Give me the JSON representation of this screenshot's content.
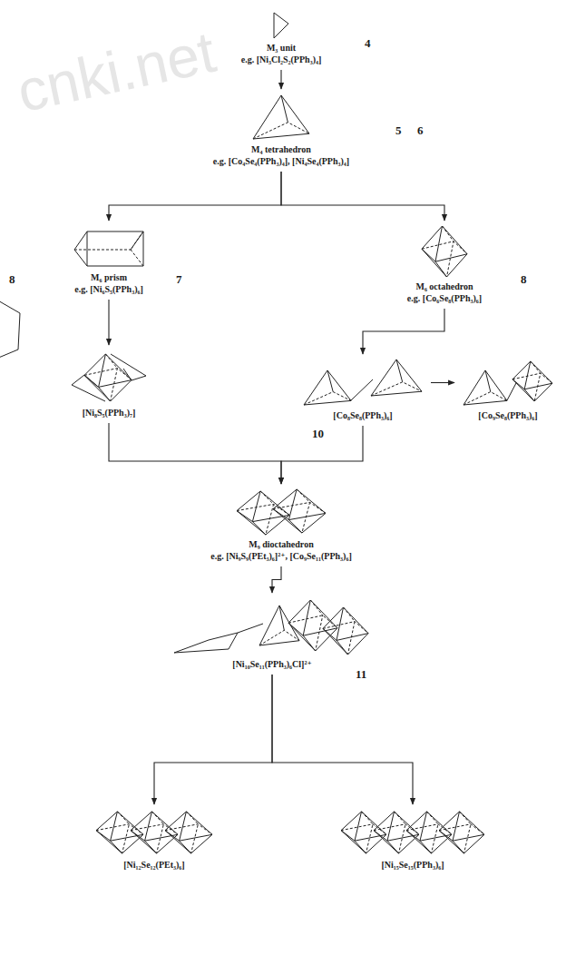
{
  "diagram": {
    "nodes": [
      {
        "text": [
          "M₃ unit",
          "e.g. [Ni₃Cl₂S₂(PPh₃)₄]"
        ]
      },
      {
        "text": [
          "M₄ tetrahedron",
          "e.g. [Co₄Se₄(PPh₃)₄], [Ni₄Se₄(PPh₃)₄]"
        ]
      },
      {
        "text": [
          "M₆ prism",
          "e.g. [Ni₆S₅(PPh₃)₆]"
        ]
      },
      {
        "text": [
          "M₆ octahedron",
          "e.g. [Co₆Se₈(PPh₃)₆]"
        ]
      },
      {
        "text": [
          "[Ni₈S₅(PPh₃)₇]"
        ]
      },
      {
        "text": [
          "[Co₈Se₈(PPh₃)₆]"
        ]
      },
      {
        "text": [
          "[Co₉Se₈(PPh₃)₆]"
        ]
      },
      {
        "text": [
          "M₉ dioctahedron",
          "e.g. [Ni₉S₉(PEt₃)₆]²⁺, [Co₉Se₁₁(PPh₃)₆]"
        ]
      },
      {
        "text": [
          "[Ni₁₀Se₁₁(PPh₃)₆Cl]²⁺"
        ]
      },
      {
        "text": [
          "[Ni₁₂Se₁₂(PEt₃)₆]"
        ]
      },
      {
        "text": [
          "[Ni₁₅Se₁₅(PPh₃)₆]"
        ]
      }
    ],
    "edges": [
      {
        "from": 0,
        "to": 1,
        "arrow": "to"
      },
      {
        "from": 1,
        "to": 2,
        "arrow": "to"
      },
      {
        "from": 1,
        "to": 3,
        "arrow": "to"
      },
      {
        "from": 2,
        "to": 4,
        "arrow": "to"
      },
      {
        "from": 3,
        "to": 5,
        "arrow": "to"
      },
      {
        "from": 5,
        "to": 6,
        "arrow": "to"
      },
      {
        "from": 4,
        "to": 7,
        "arrow": "to"
      },
      {
        "from": 5,
        "to": 7,
        "arrow": "to"
      },
      {
        "from": 7,
        "to": 8,
        "arrow": "to"
      },
      {
        "from": 8,
        "to": 9,
        "arrow": "to"
      },
      {
        "from": 8,
        "to": 10,
        "arrow": "to"
      }
    ],
    "labels": [
      "4",
      "5",
      "6",
      "7",
      "8",
      "8",
      "10",
      "11",
      "cnki.net"
    ]
  }
}
